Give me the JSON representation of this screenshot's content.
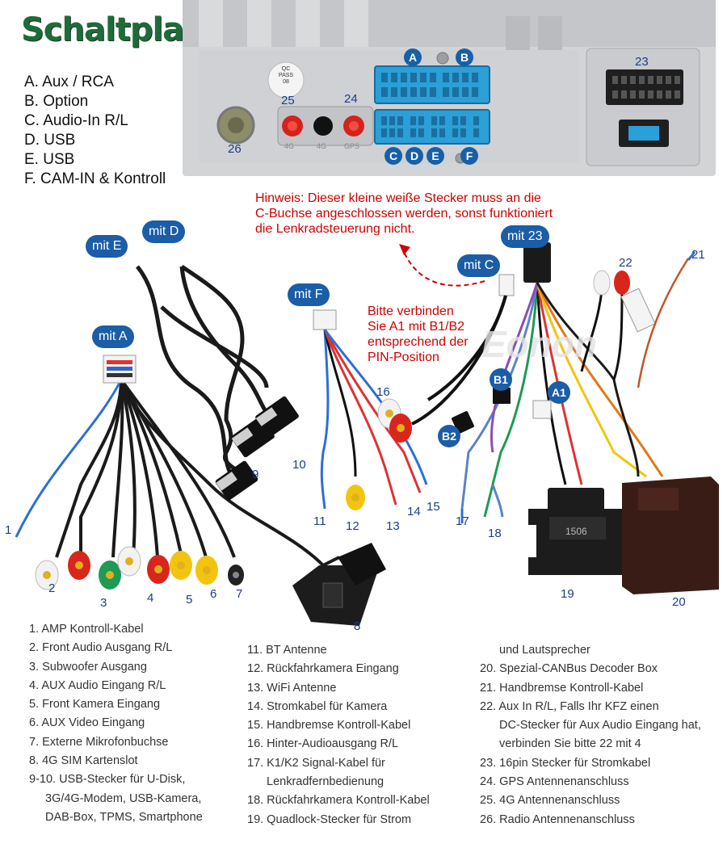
{
  "title": "Schaltplan",
  "connectors": [
    "A. Aux / RCA",
    "B. Option",
    "C. Audio-In R/L",
    "D. USB",
    "E. USB",
    "F. CAM-IN & Kontroll"
  ],
  "panel_labels": {
    "a": "A",
    "b": "B",
    "c": "C",
    "d": "D",
    "e": "E",
    "f": "F",
    "p23": "23",
    "p24": "24",
    "p25": "25",
    "p26": "26",
    "qc_line1": "QC",
    "qc_line2": "PASS",
    "qc_line3": "08",
    "ant_4g": "4G",
    "ant_4g2": "4G",
    "ant_gps": "GPS"
  },
  "hint_lines": [
    "Hinweis: Dieser kleine weiße Stecker muss an die",
    "C-Buchse angeschlossen werden, sonst funktioniert",
    "die Lenkradsteuerung nicht."
  ],
  "connect_note": [
    "Bitte verbinden",
    "Sie A1 mit B1/B2",
    "entsprechend der",
    "PIN-Position"
  ],
  "plug_labels": {
    "mit_e": "mit E",
    "mit_d": "mit D",
    "mit_a": "mit A",
    "mit_f": "mit F",
    "mit_c": "mit C",
    "mit_23": "mit 23",
    "b1": "B1",
    "a1": "A1",
    "b2": "B2"
  },
  "diagram_numbers": {
    "n1": "1",
    "n2": "2",
    "n3": "3",
    "n4": "4",
    "n5": "5",
    "n6": "6",
    "n7": "7",
    "n8": "8",
    "n9": "9",
    "n10": "10",
    "n11": "11",
    "n12": "12",
    "n13": "13",
    "n14": "14",
    "n15": "15",
    "n16": "16",
    "n17": "17",
    "n18": "18",
    "n19": "19",
    "n20": "20",
    "n21": "21",
    "n22": "22"
  },
  "quadlock_text": "1506",
  "watermark": "Eonon",
  "legend": {
    "col1": [
      "1. AMP Kontroll-Kabel",
      "2. Front Audio Ausgang R/L",
      "3. Subwoofer Ausgang",
      "4. AUX Audio Eingang R/L",
      "5. Front Kamera Eingang",
      "6. AUX Video Eingang",
      "7. Externe Mikrofonbuchse",
      "8. 4G SIM Kartenslot",
      "9-10. USB-Stecker für U-Disk,",
      "3G/4G-Modem, USB-Kamera,",
      "DAB-Box, TPMS, Smartphone"
    ],
    "col2": [
      "11. BT Antenne",
      "12. Rückfahrkamera Eingang",
      "13. WiFi Antenne",
      "14. Stromkabel für Kamera",
      "15. Handbremse Kontroll-Kabel",
      "16. Hinter-Audioausgang R/L",
      "17. K1/K2 Signal-Kabel für",
      "Lenkradfernbedienung",
      "18. Rückfahrkamera Kontroll-Kabel",
      "19. Quadlock-Stecker für Strom"
    ],
    "col3": [
      "und Lautsprecher",
      "20. Spezial-CANBus Decoder Box",
      "21. Handbremse Kontroll-Kabel",
      "22. Aux In R/L, Falls Ihr KFZ einen",
      "DC-Stecker für Aux Audio Eingang hat,",
      "verbinden Sie bitte 22 mit 4",
      "23. 16pin Stecker für Stromkabel",
      "24. GPS Antennenanschluss",
      "25. 4G Antennenanschluss",
      "26. Radio Antennenanschluss"
    ]
  },
  "colors": {
    "title_green": "#1f6b3a",
    "badge_blue": "#1b5da6",
    "hint_red": "#d00000",
    "number_blue": "#1c3e86",
    "panel_grey": "#d2d4d6",
    "port_blue": "#2a9fd8",
    "rca_red": "#d9261c",
    "rca_white": "#f2f2f2",
    "rca_green": "#1e9a55",
    "rca_yellow": "#f2c40f"
  }
}
